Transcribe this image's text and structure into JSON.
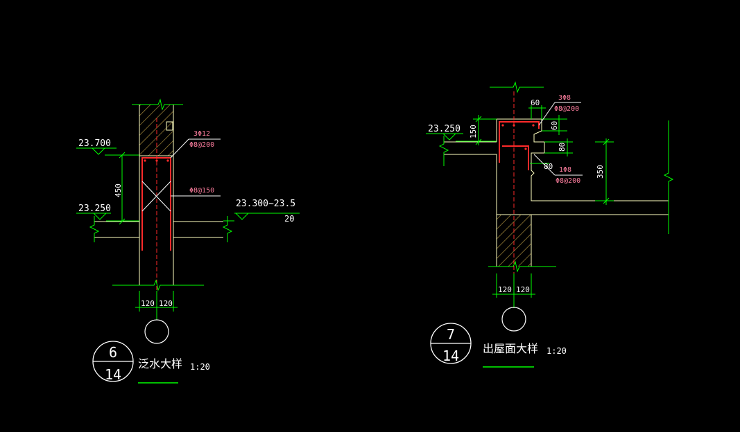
{
  "colors": {
    "background": "#000000",
    "concrete": "#ffffc0",
    "dimension": "#00ff00",
    "rebar": "#ff2a2a",
    "centerline": "#ff2a2a",
    "label_white": "#ffffff",
    "label_pink": "#ff7f9f",
    "hatch": "#a58a3c"
  },
  "detail_6": {
    "elev_top": "23.700",
    "elev_floor": "23.250",
    "elev_right": "23.300~23.5",
    "right_sub": "20",
    "dim_height": "450",
    "dim_left": "120",
    "dim_right": "120",
    "rebar_main": "3Φ12",
    "rebar_stirrup": "Φ8@200",
    "rebar_tie": "Φ8@150",
    "bubble_top": "6",
    "bubble_bottom": "14",
    "title": "泛水大样",
    "scale": "1:20"
  },
  "detail_7": {
    "elev_top": "23.250",
    "dim_150": "150",
    "dim_60_top": "60",
    "dim_60_right": "60",
    "dim_80_right": "80",
    "dim_80_bottom": "80",
    "dim_350": "350",
    "dim_left": "120",
    "dim_right": "120",
    "rebar_main": "3Φ8",
    "rebar_stirrup": "Φ8@200",
    "rebar_main2": "1Φ8",
    "rebar_stirrup2": "Φ8@200",
    "bubble_top": "7",
    "bubble_bottom": "14",
    "title": "出屋面大样",
    "scale": "1:20"
  }
}
